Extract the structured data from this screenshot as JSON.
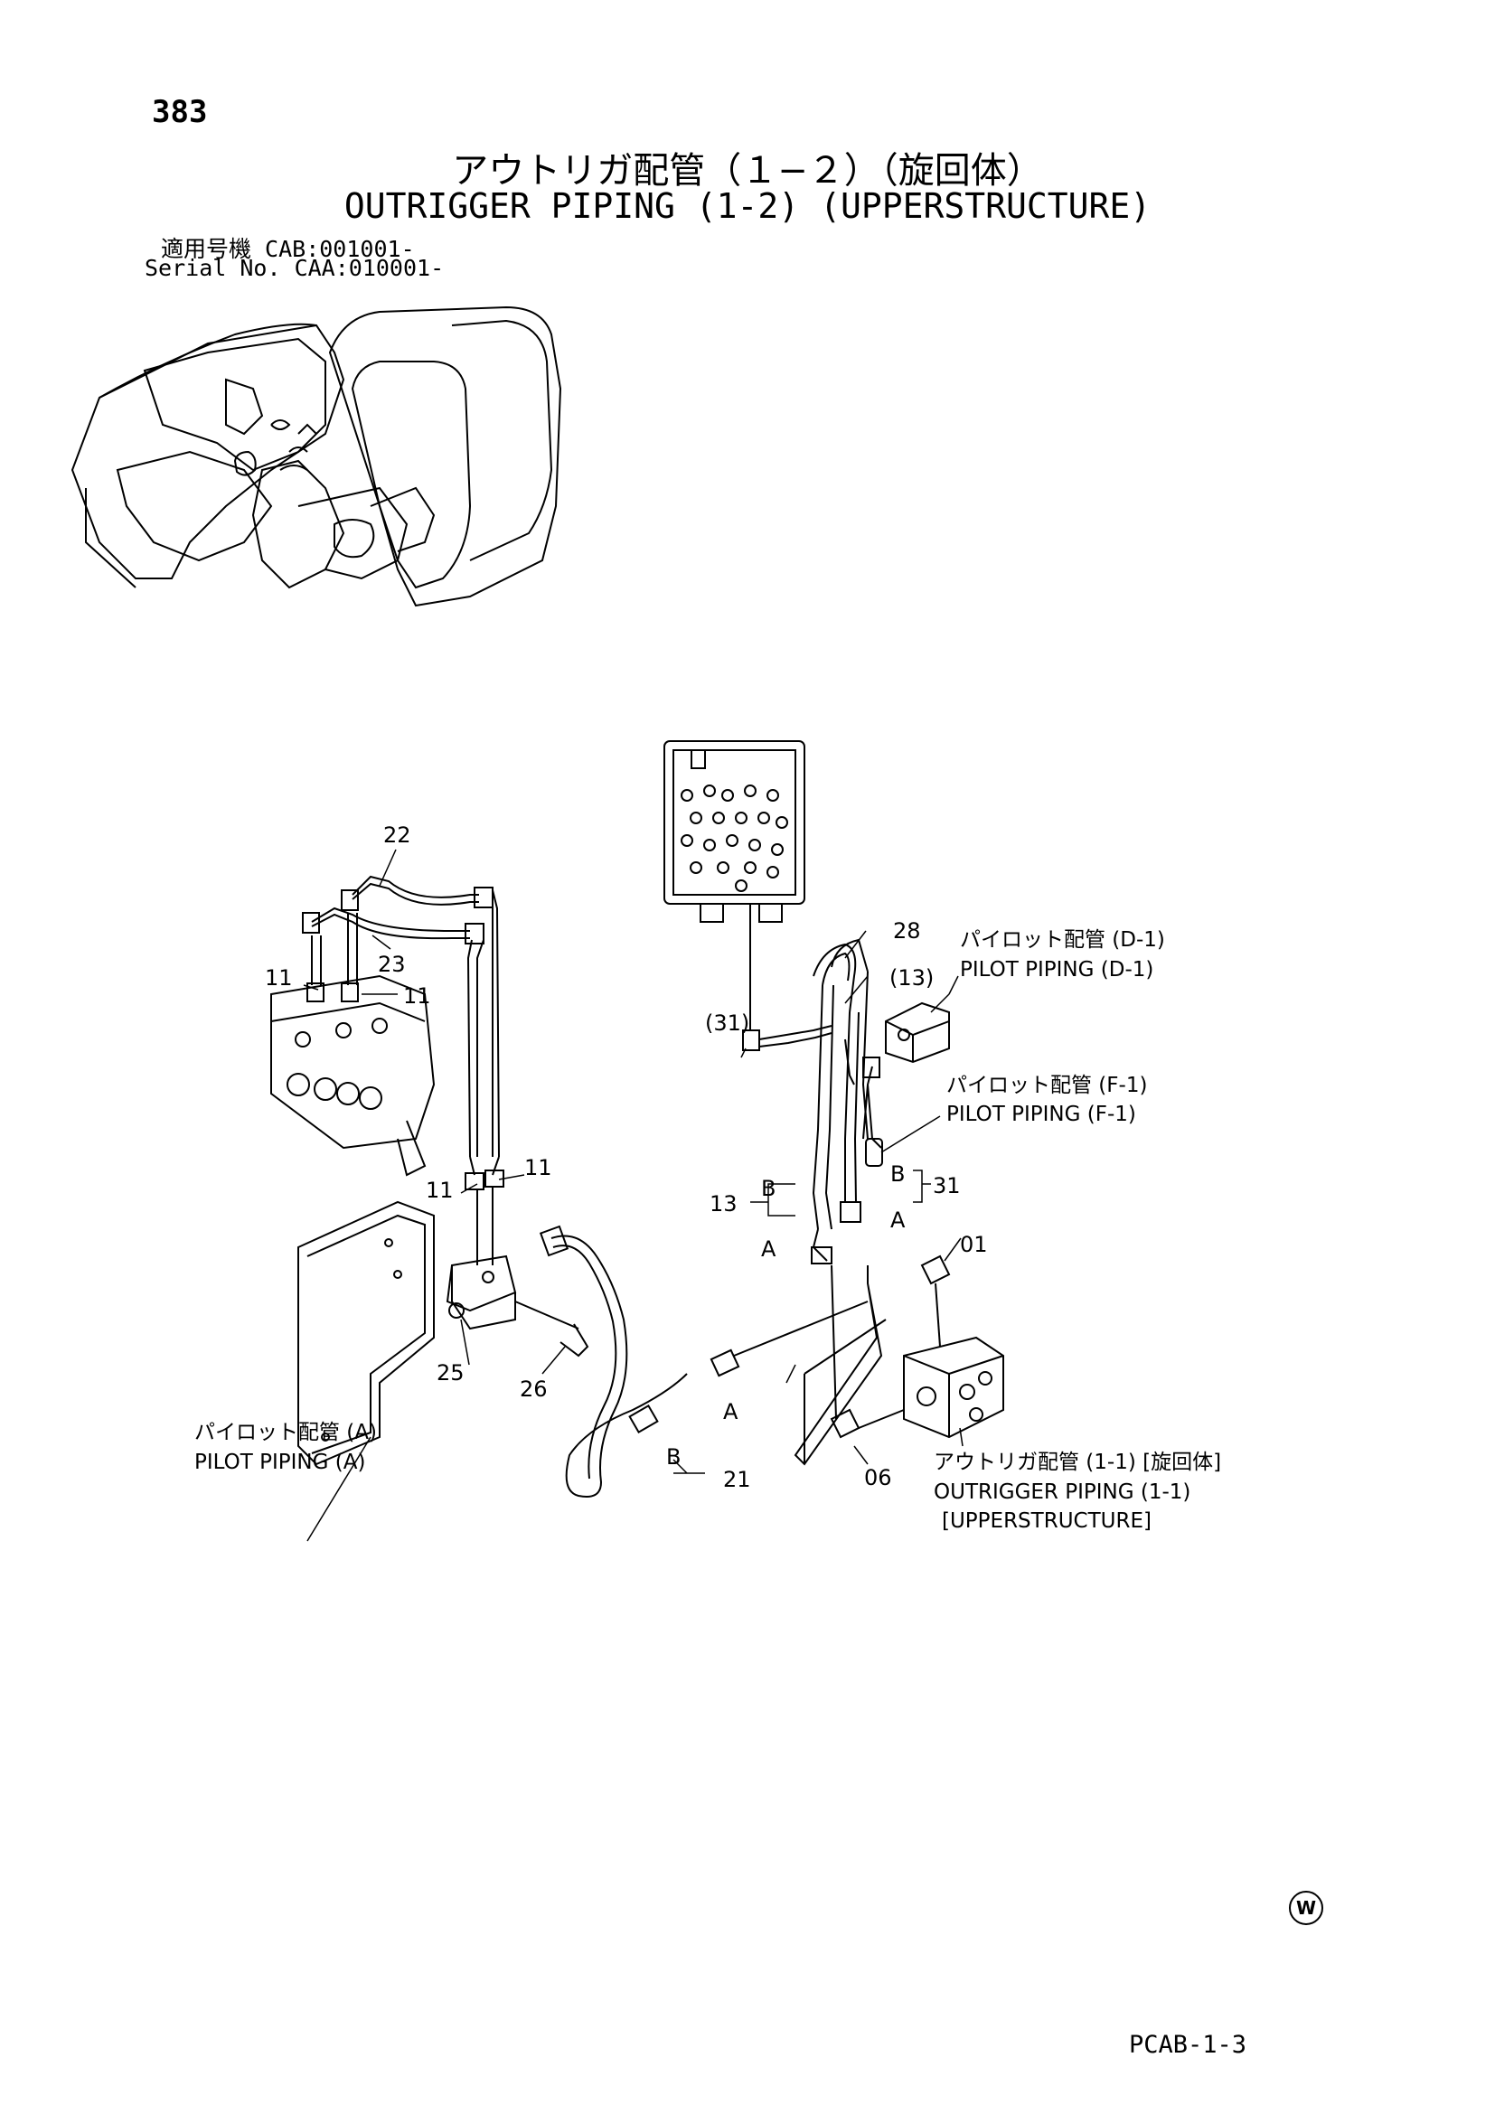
{
  "header": {
    "page_number": "383",
    "title_ja": "アウトリガ配管（１−２）（旋回体）",
    "title_en": "OUTRIGGER PIPING (1-2) (UPPERSTRUCTURE)",
    "serial_ja": "適用号機  CAB:001001-",
    "serial_en": "Serial No. CAA:010001-"
  },
  "parts": {
    "p22": "22",
    "p23": "23",
    "p11a": "11",
    "p11b": "11",
    "p11c": "11",
    "p11d": "11",
    "p25": "25",
    "p26": "26",
    "p21": "21",
    "p28": "28",
    "p13paren": "(13)",
    "p31paren": "(31)",
    "p13": "13",
    "p31": "31",
    "p01": "01",
    "p06": "06",
    "B1": "B",
    "A1": "A",
    "B2": "B",
    "A2": "A",
    "A3": "A",
    "B3": "B"
  },
  "annotations": {
    "d1_ja": "パイロット配管 (D-1)",
    "d1_en": "PILOT PIPING (D-1)",
    "f1_ja": "パイロット配管 (F-1)",
    "f1_en": "PILOT PIPING (F-1)",
    "a_ja": "パイロット配管 (A)",
    "a_en": "PILOT PIPING (A)",
    "op11_ja": "アウトリガ配管 (1-1) [旋回体]",
    "op11_en1": "OUTRIGGER PIPING (1-1)",
    "op11_en2": "[UPPERSTRUCTURE]"
  },
  "footer": {
    "mark": "W",
    "page_code": "PCAB-1-3"
  }
}
